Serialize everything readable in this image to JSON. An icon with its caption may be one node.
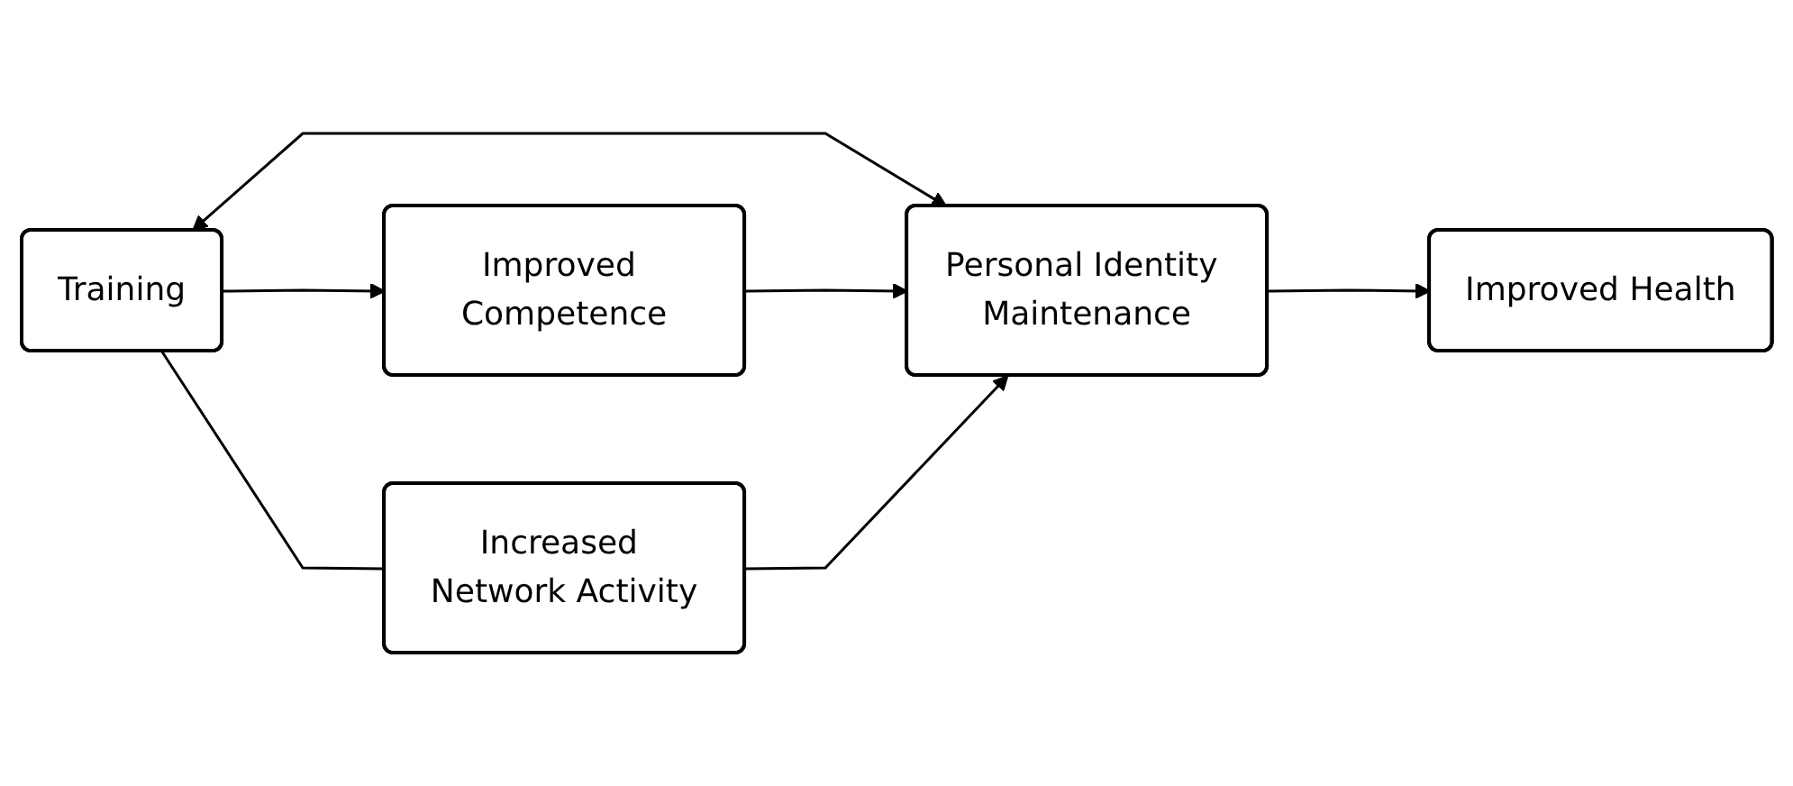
{
  "diagram": {
    "nodes": [
      {
        "text": [
          "Training"
        ]
      },
      {
        "text": [
          "Improved Competence"
        ]
      },
      {
        "text": [
          "Increased Network Activity"
        ]
      },
      {
        "text": [
          "Personal Identity Maintenance"
        ]
      },
      {
        "text": [
          "Improved Health"
        ]
      }
    ],
    "edges": [
      {
        "from": 0,
        "to": 1,
        "arrow": "to"
      },
      {
        "from": 0,
        "to": 3,
        "arrow": "both"
      },
      {
        "from": 0,
        "to": 2,
        "arrow": "none"
      },
      {
        "from": 1,
        "to": 3,
        "arrow": "to"
      },
      {
        "from": 2,
        "to": 3,
        "arrow": "to"
      },
      {
        "from": 3,
        "to": 4,
        "arrow": "to"
      }
    ]
  }
}
